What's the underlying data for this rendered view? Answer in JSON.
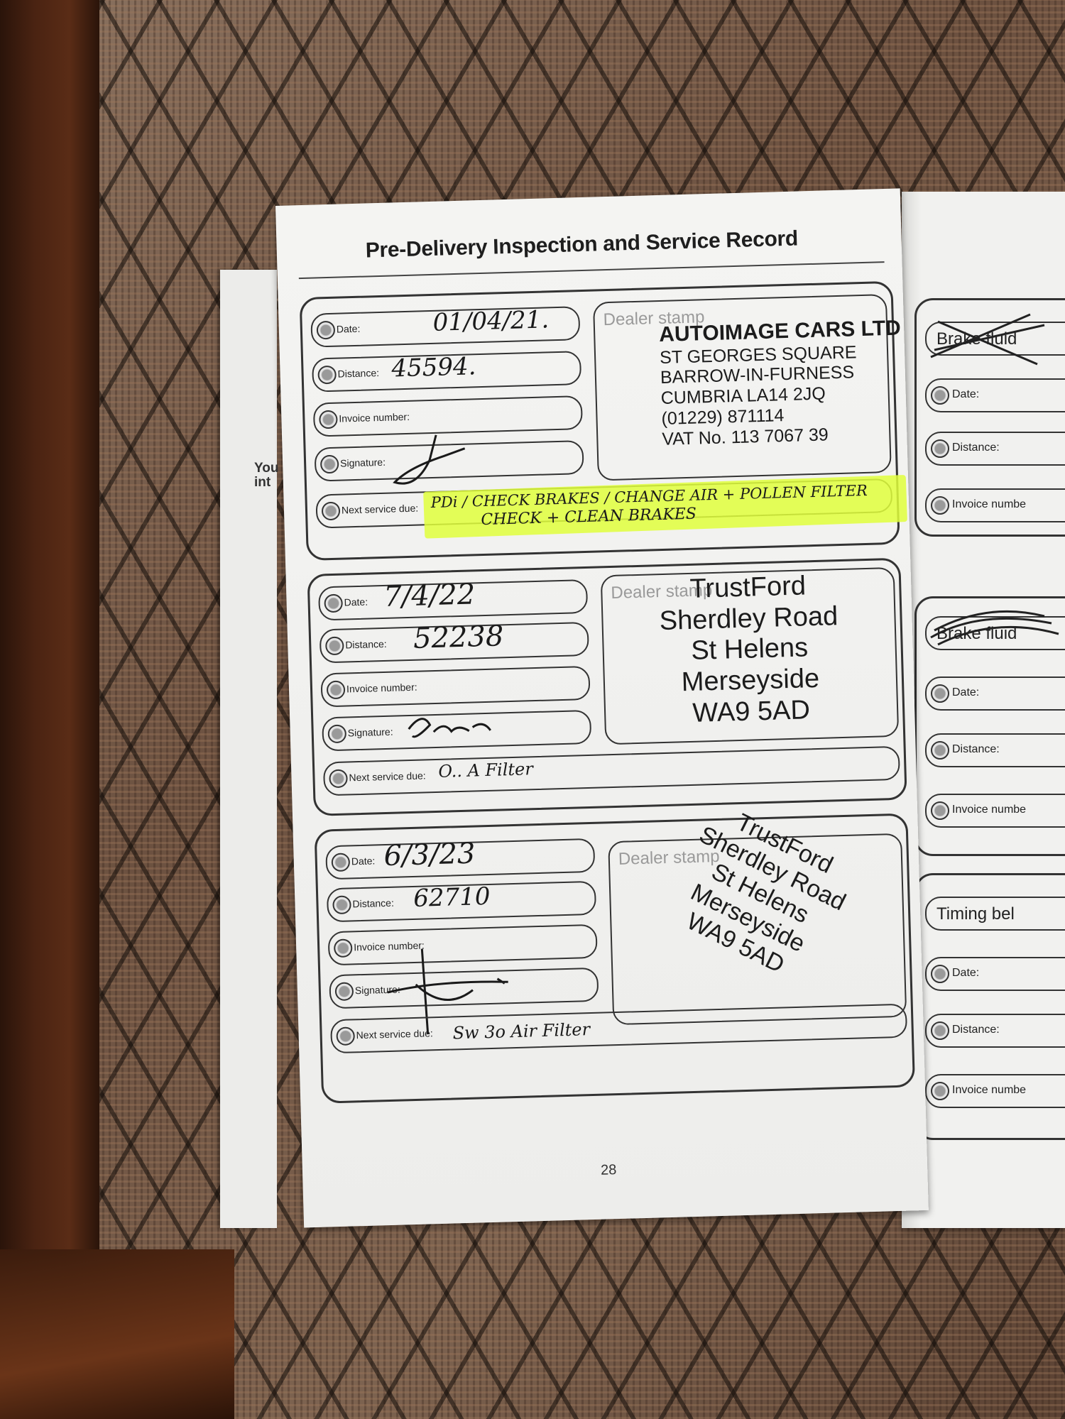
{
  "title": "Pre-Delivery Inspection and Service Record",
  "page_number": "28",
  "labels": {
    "date": "Date:",
    "distance": "Distance:",
    "invoice": "Invoice number:",
    "signature": "Signature:",
    "next_service": "Next service due:",
    "dealer_stamp": "Dealer stamp"
  },
  "back_page_fragment": [
    "You",
    "int"
  ],
  "records": [
    {
      "date": "01/04/21.",
      "distance": "45594.",
      "next_service_line1": "PDi / CHECK BRAKES / CHANGE AIR + POLLEN FILTER",
      "next_service_line2": "CHECK + CLEAN BRAKES",
      "stamp": [
        "AUTOIMAGE CARS LTD",
        "ST GEORGES SQUARE",
        "BARROW-IN-FURNESS",
        "CUMBRIA  LA14 2JQ",
        "(01229) 871114",
        "VAT No. 113 7067 39"
      ]
    },
    {
      "date": "7/4/22",
      "distance": "52238",
      "next_service_line1": "O.. A Filter",
      "stamp": [
        "TrustFord",
        "Sherdley Road",
        "St Helens",
        "Merseyside",
        "WA9 5AD"
      ]
    },
    {
      "date": "6/3/23",
      "distance": "62710",
      "next_service_line1": "Sw 3o Air Filter",
      "stamp": [
        "TrustFord",
        "Sherdley Road",
        "St Helens",
        "Merseyside",
        "WA9 5AD"
      ]
    }
  ],
  "right_page": {
    "header1": "Brake fluid",
    "header2": "Brake fluid",
    "header3": "Timing bel",
    "date_label": "Date:",
    "distance_label": "Distance:",
    "invoice_label": "Invoice numbe"
  }
}
